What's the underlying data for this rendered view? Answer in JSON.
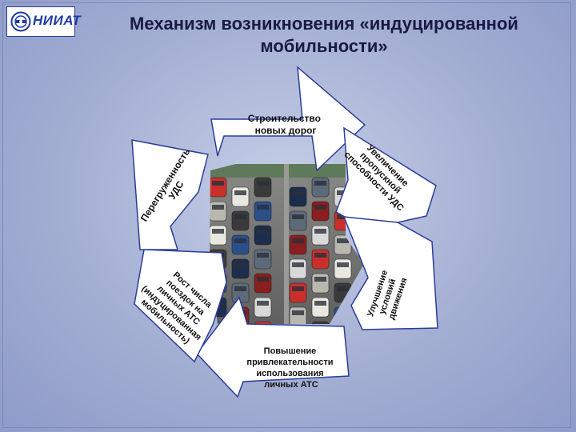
{
  "logo": {
    "text": "НИИАТ"
  },
  "title": {
    "line1": "Механизм возникновения «индуцированной",
    "line2": "мобильности»"
  },
  "cycle": [
    {
      "id": "build",
      "lines": [
        "Строительство",
        "новых дорог"
      ]
    },
    {
      "id": "capacity",
      "lines": [
        "Увеличение",
        "пропускной",
        "способности УДС"
      ]
    },
    {
      "id": "conditions",
      "lines": [
        "Улучшение",
        "условий",
        "движения"
      ]
    },
    {
      "id": "attractiveness",
      "lines": [
        "Повышение",
        "привлекательности",
        "использования",
        "личных АТС"
      ]
    },
    {
      "id": "growth",
      "lines": [
        "Рост числа",
        "поездок на",
        "личных АТС",
        "(индуцированная",
        "мобильность)"
      ]
    },
    {
      "id": "overload",
      "lines": [
        "Перегруженность",
        "УДС"
      ]
    }
  ],
  "colors": {
    "arrow_fill": "#ffffff",
    "arrow_stroke": "#2c3d98",
    "title": "#1a1a44",
    "logo": "#1f3aa5"
  },
  "icons": {
    "logo_emblem": "car-wheel-emblem-icon"
  }
}
